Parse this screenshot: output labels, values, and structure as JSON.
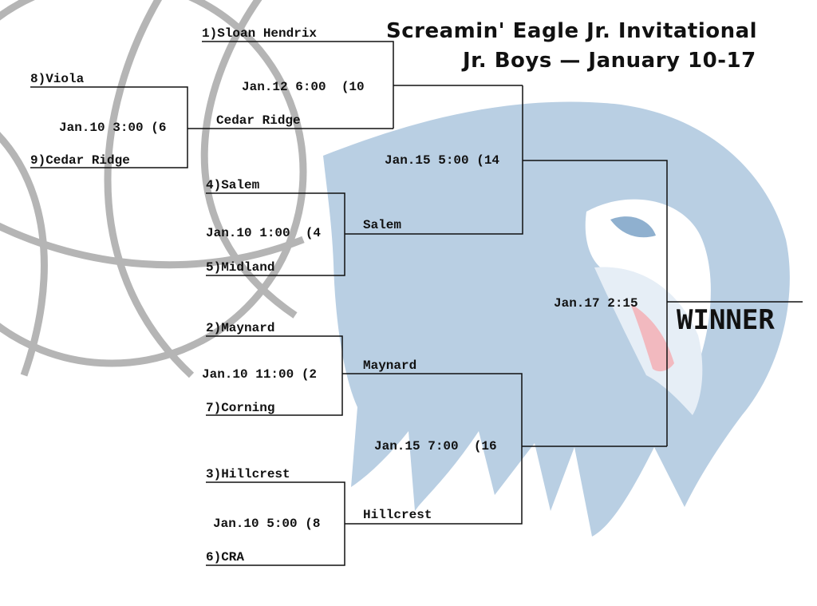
{
  "header": {
    "title_line1": "Screamin' Eagle Jr. Invitational",
    "title_line2": "Jr. Boys — January 10-17"
  },
  "colors": {
    "ink": "#111111",
    "eagle_blue": "#b9cfe3",
    "eagle_beak": "#f2b9bf",
    "ball_gray": "#b5b5b5"
  },
  "background_art": [
    "basketball",
    "eagle-mascot"
  ],
  "round1": [
    {
      "top_team": "8)Viola",
      "bottom_team": "9)Cedar Ridge",
      "game": "Jan.10 3:00 (6"
    },
    {
      "top_team": "4)Salem",
      "bottom_team": "5)Midland",
      "game": "Jan.10 1:00  (4"
    },
    {
      "top_team": "2)Maynard",
      "bottom_team": "7)Corning",
      "game": "Jan.10 11:00 (2"
    },
    {
      "top_team": "3)Hillcrest",
      "bottom_team": "6)CRA",
      "game": "Jan.10 5:00 (8"
    }
  ],
  "quarterfinal": {
    "top_seed": "1)Sloan Hendrix",
    "advancer": "Cedar Ridge",
    "game": "Jan.12 6:00  (10"
  },
  "semifinals": [
    {
      "top_team": "",
      "bottom_team": "Salem",
      "game": "Jan.15 5:00 (14"
    },
    {
      "top_team": "Maynard",
      "bottom_team": "Hillcrest",
      "game": "Jan.15 7:00  (16"
    }
  ],
  "final": {
    "game": "Jan.17 2:15",
    "winner_label": "WINNER"
  }
}
